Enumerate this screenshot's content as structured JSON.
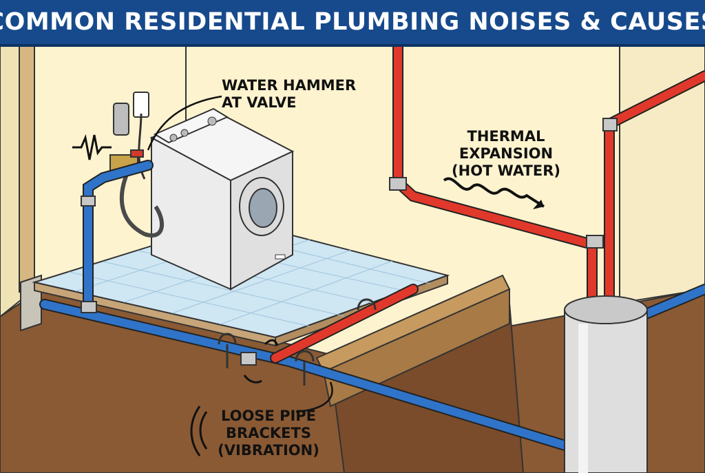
{
  "title": "COMMON RESIDENTIAL PLUMBING NOISES & CAUSES",
  "callouts": {
    "water_hammer": {
      "lines": [
        "WATER HAMMER",
        "AT VALVE"
      ]
    },
    "thermal_expansion": {
      "lines": [
        "THERMAL",
        "EXPANSION",
        "(HOT WATER)"
      ]
    },
    "loose_brackets": {
      "lines": [
        "LOOSE PIPE",
        "BRACKETS",
        "(VIBRATION)"
      ]
    }
  },
  "colors": {
    "banner": "#174a8c",
    "hot_pipe": "#e0392b",
    "cold_pipe": "#2f74c9",
    "wall": "#fdf3cf",
    "soil": "#8a5a34"
  },
  "icons": [
    "pulse-icon",
    "wavy-arrow-icon",
    "vibration-icon"
  ]
}
